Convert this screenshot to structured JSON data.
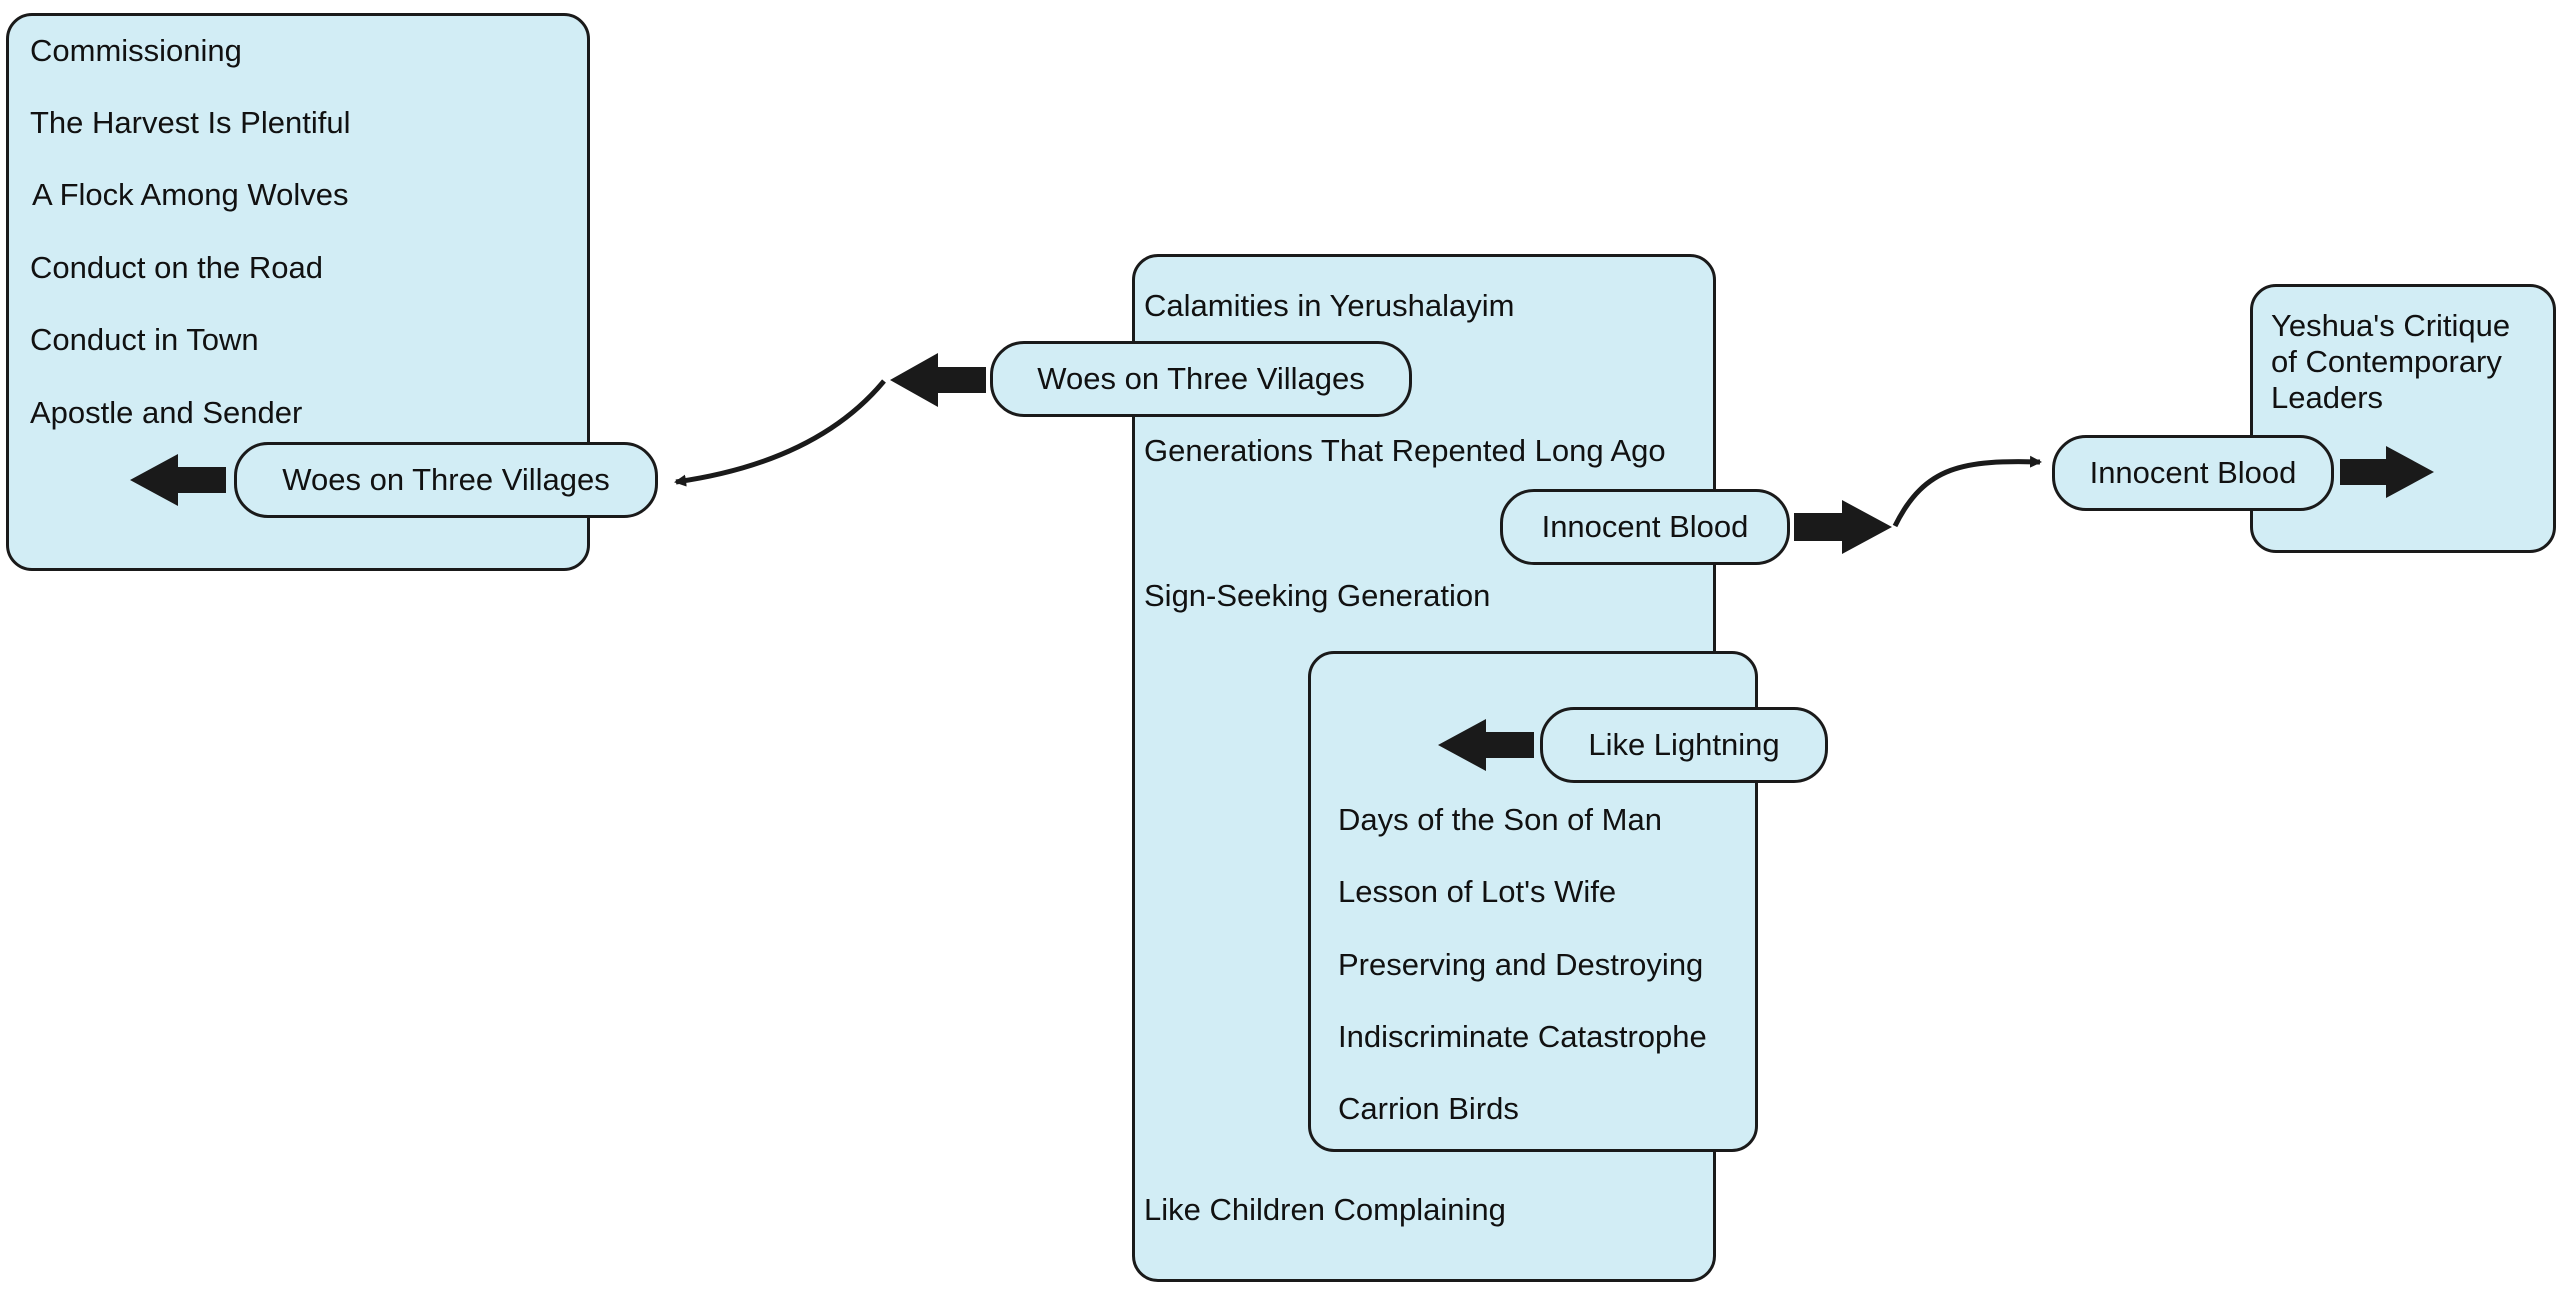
{
  "left_group": {
    "items": [
      "Commissioning",
      "The Harvest Is Plentiful",
      "A Flock Among Wolves",
      "Conduct on the Road",
      "Conduct in Town",
      "Apostle and Sender"
    ],
    "link_label": "Woes on Three Villages"
  },
  "center_group": {
    "link_label": "Woes on Three Villages",
    "items": {
      "calamities": "Calamities in Yerushalayim",
      "generations": "Generations That Repented Long Ago",
      "sign_seeking": "Sign-Seeking Generation",
      "children": "Like Children Complaining"
    },
    "outgoing_link": "Innocent Blood",
    "inner_group": {
      "link_label": "Like Lightning",
      "items": [
        "Days of the Son of Man",
        "Lesson of Lot's Wife",
        "Preserving and Destroying",
        "Indiscriminate Catastrophe",
        "Carrion Birds"
      ]
    }
  },
  "right_group": {
    "title_lines": [
      "Yeshua's Critique",
      "of Contemporary",
      "Leaders"
    ],
    "link_label": "Innocent Blood"
  },
  "colors": {
    "box_fill": "#d2edf5",
    "stroke": "#1a1a1a"
  }
}
